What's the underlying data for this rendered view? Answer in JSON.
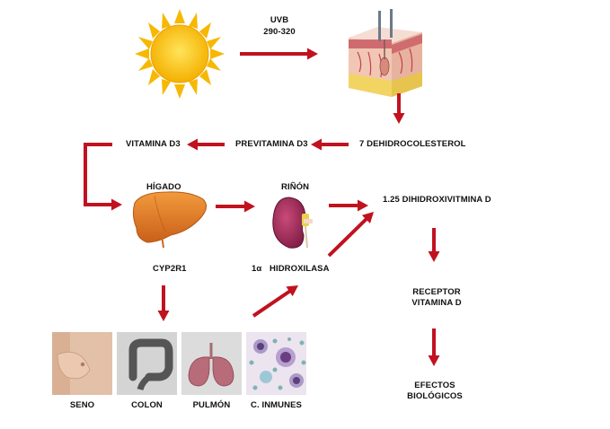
{
  "uvb": {
    "line1": "UVB",
    "line2": "290-320"
  },
  "labels": {
    "dehidrocolesterol": "7 DEHIDROCOLESTEROL",
    "previtamina": "PREVITAMINA D3",
    "vitamina": "VITAMINA D3",
    "higado": "HÍGADO",
    "rinon": "RIÑÓN",
    "dihidroxi": "1.25 DIHIDROXIVITMINA D",
    "cyp": "CYP2R1",
    "hidroxilasa_prefix": "1α",
    "hidroxilasa": "HIDROXILASA",
    "receptor_line1": "RECEPTOR",
    "receptor_line2": "VITAMINA D",
    "efectos_line1": "EFECTOS",
    "efectos_line2": "BIOLÓGICOS"
  },
  "tissues": [
    "SENO",
    "COLON",
    "PULMÓN",
    "C. INMUNES"
  ],
  "colors": {
    "arrow": "#c1121f",
    "sun": "#f6b800",
    "liver": "#e0802a",
    "kidney": "#a0305a"
  }
}
